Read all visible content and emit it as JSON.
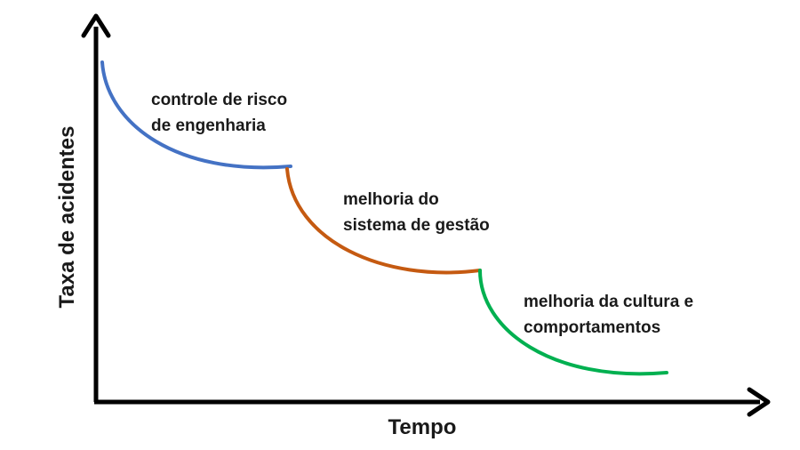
{
  "axes": {
    "x_label": "Tempo",
    "y_label": "Taxa de acidentes",
    "color": "#000000"
  },
  "stages": [
    {
      "label_lines": [
        "controle de risco",
        "de engenharia"
      ],
      "color": "#4472C4"
    },
    {
      "label_lines": [
        "melhoria do",
        "sistema de gestão"
      ],
      "color": "#C55A11"
    },
    {
      "label_lines": [
        "melhoria da cultura e",
        "comportamentos"
      ],
      "color": "#00B050"
    }
  ]
}
